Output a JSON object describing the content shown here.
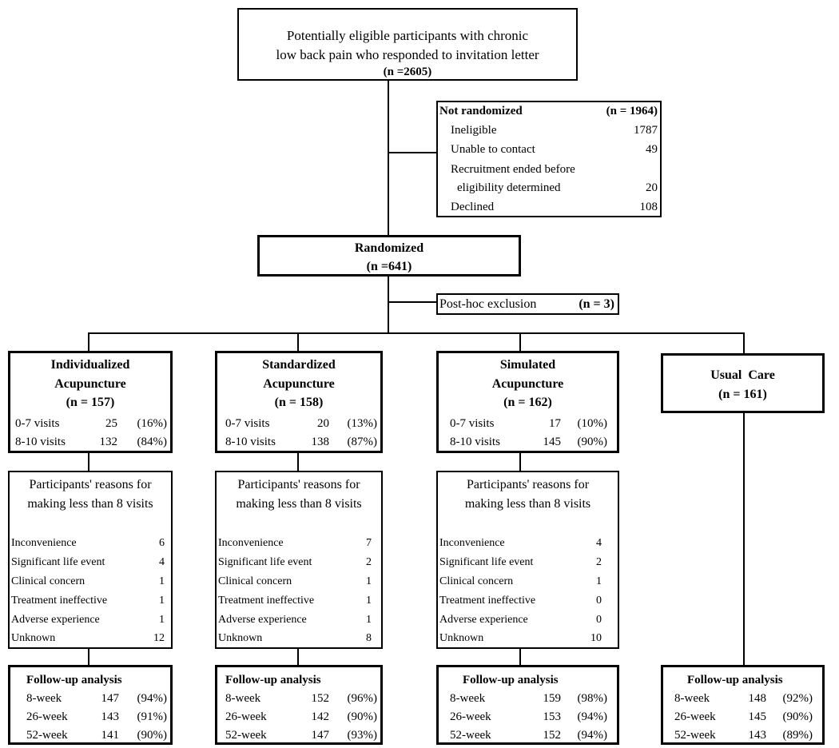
{
  "top": {
    "line1": "Potentially eligible participants with chronic",
    "line2": "low back pain who responded to invitation letter",
    "n": "(n =2605)"
  },
  "not_randomized": {
    "title": "Not randomized",
    "n": "(n = 1964)",
    "items": [
      {
        "label": "Ineligible",
        "value": "1787"
      },
      {
        "label": "Unable to contact",
        "value": "49"
      },
      {
        "label": "Recruitment ended before",
        "value": ""
      },
      {
        "label": "eligibility determined",
        "value": "20"
      },
      {
        "label": "Declined",
        "value": "108"
      }
    ]
  },
  "randomized": {
    "title": "Randomized",
    "n": "(n =641)"
  },
  "posthoc": {
    "label": "Post-hoc exclusion",
    "n": "(n = 3)"
  },
  "arms": [
    {
      "title1": "Individualized",
      "title2": "Acupuncture",
      "n": "(n = 157)",
      "v07": "0-7 visits",
      "v07n": "25",
      "v07p": "(16%)",
      "v810": "8-10 visits",
      "v810n": "132",
      "v810p": "(84%)"
    },
    {
      "title1": "Standardized",
      "title2": "Acupuncture",
      "n": "(n = 158)",
      "v07": "0-7 visits",
      "v07n": "20",
      "v07p": "(13%)",
      "v810": "8-10 visits",
      "v810n": "138",
      "v810p": "(87%)"
    },
    {
      "title1": "Simulated",
      "title2": "Acupuncture",
      "n": "(n = 162)",
      "v07": "0-7 visits",
      "v07n": "17",
      "v07p": "(10%)",
      "v810": "8-10 visits",
      "v810n": "145",
      "v810p": "(90%)"
    },
    {
      "title1": "Usual  Care",
      "n": "(n = 161)"
    }
  ],
  "reasons_header": {
    "line1": "Participants' reasons for",
    "line2": "making less than 8 visits"
  },
  "reason_labels": [
    "Inconvenience",
    "Significant life event",
    "Clinical concern",
    "Treatment ineffective",
    "Adverse experience",
    "Unknown"
  ],
  "reasons": [
    [
      "6",
      "4",
      "1",
      "1",
      "1",
      "12"
    ],
    [
      "7",
      "2",
      "1",
      "1",
      "1",
      "8"
    ],
    [
      "4",
      "2",
      "1",
      "0",
      "0",
      "10"
    ]
  ],
  "followup_title": "Follow-up analysis",
  "followup_labels": [
    "8-week",
    "26-week",
    "52-week"
  ],
  "followup": [
    [
      [
        "147",
        "(94%)"
      ],
      [
        "143",
        "(91%)"
      ],
      [
        "141",
        "(90%)"
      ]
    ],
    [
      [
        "152",
        "(96%)"
      ],
      [
        "142",
        "(90%)"
      ],
      [
        "147",
        "(93%)"
      ]
    ],
    [
      [
        "159",
        "(98%)"
      ],
      [
        "153",
        "(94%)"
      ],
      [
        "152",
        "(94%)"
      ]
    ],
    [
      [
        "148",
        "(92%)"
      ],
      [
        "145",
        "(90%)"
      ],
      [
        "143",
        "(89%)"
      ]
    ]
  ]
}
